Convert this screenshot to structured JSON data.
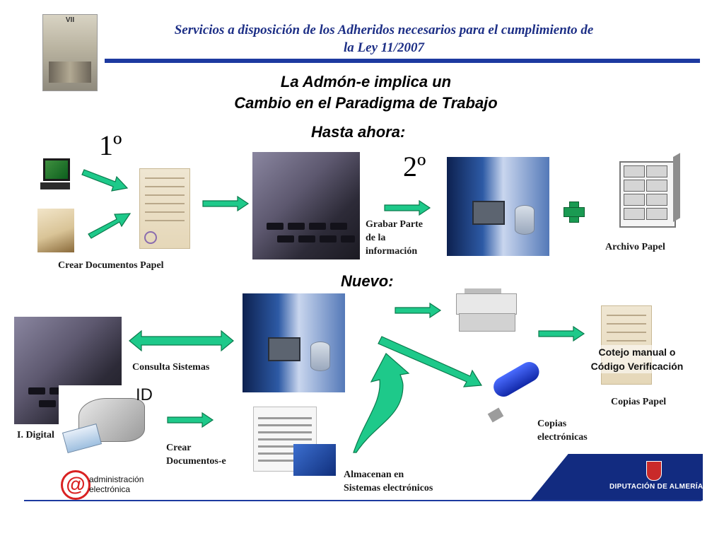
{
  "header": {
    "title_line1": "Servicios a disposición de los Adheridos necesarios para el cumplimiento de",
    "title_line2": "la Ley 11/2007",
    "cover_label": "VII"
  },
  "heading": {
    "line1": "La Admón-e implica un",
    "line2": "Cambio en el Paradigma de Trabajo"
  },
  "sections": {
    "before": "Hasta ahora:",
    "new": "Nuevo:"
  },
  "ordinals": {
    "first": "1º",
    "second": "2º"
  },
  "labels": {
    "crear_papel": "Crear Documentos Papel",
    "grabar_line1": "Grabar Parte",
    "grabar_line2": "de la",
    "grabar_line3": "información",
    "archivo_papel": "Archivo Papel",
    "consulta": "Consulta Sistemas",
    "cotejo_line1": "Cotejo manual o",
    "cotejo_line2": "Código Verificación",
    "copias_papel": "Copias Papel",
    "id": "ID",
    "i_digital": "I. Digital",
    "crear_e_line1": "Crear",
    "crear_e_line2": "Documentos-e",
    "copias_e_line1": "Copias",
    "copias_e_line2": "electrónicas",
    "almacenan_line1": "Almacenan en",
    "almacenan_line2": "Sistemas electrónicos",
    "usb": "USB"
  },
  "footer": {
    "admin_line1": "administración",
    "admin_line2": "electrónica",
    "logo_glyph": "@",
    "diputacion": "DIPUTACIÓN DE ALMERÍA"
  },
  "colors": {
    "arrow_fill": "#1ec98a",
    "arrow_stroke": "#0a7a4c",
    "header_blue": "#1d2f86"
  }
}
